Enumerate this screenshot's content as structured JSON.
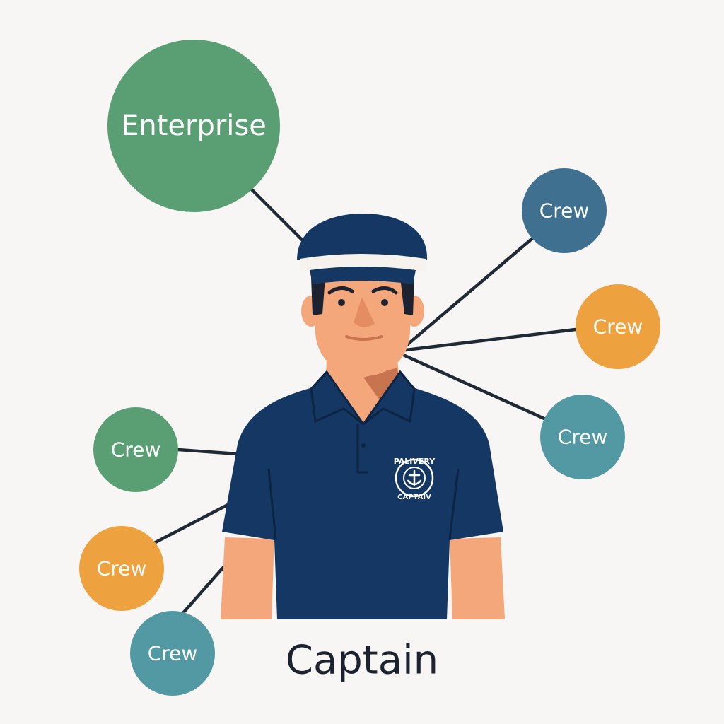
{
  "diagram": {
    "center": {
      "label": "Captain"
    },
    "hub": {
      "label": "Enterprise"
    },
    "crew": [
      {
        "label": "Crew"
      },
      {
        "label": "Crew"
      },
      {
        "label": "Crew"
      },
      {
        "label": "Crew"
      },
      {
        "label": "Crew"
      },
      {
        "label": "Crew"
      }
    ],
    "badge": {
      "top_text": "PALIVERY",
      "bottom_text": "CAPTAIV"
    }
  },
  "colors": {
    "background": "#f8f6f4",
    "enterprise_node": "#5a9e74",
    "crew_blue": "#3f7090",
    "crew_orange": "#eda13f",
    "crew_teal": "#5399a4",
    "crew_green": "#5a9e74",
    "uniform_navy": "#143863",
    "skin": "#f5a77c",
    "connector": "#1f2a36"
  }
}
